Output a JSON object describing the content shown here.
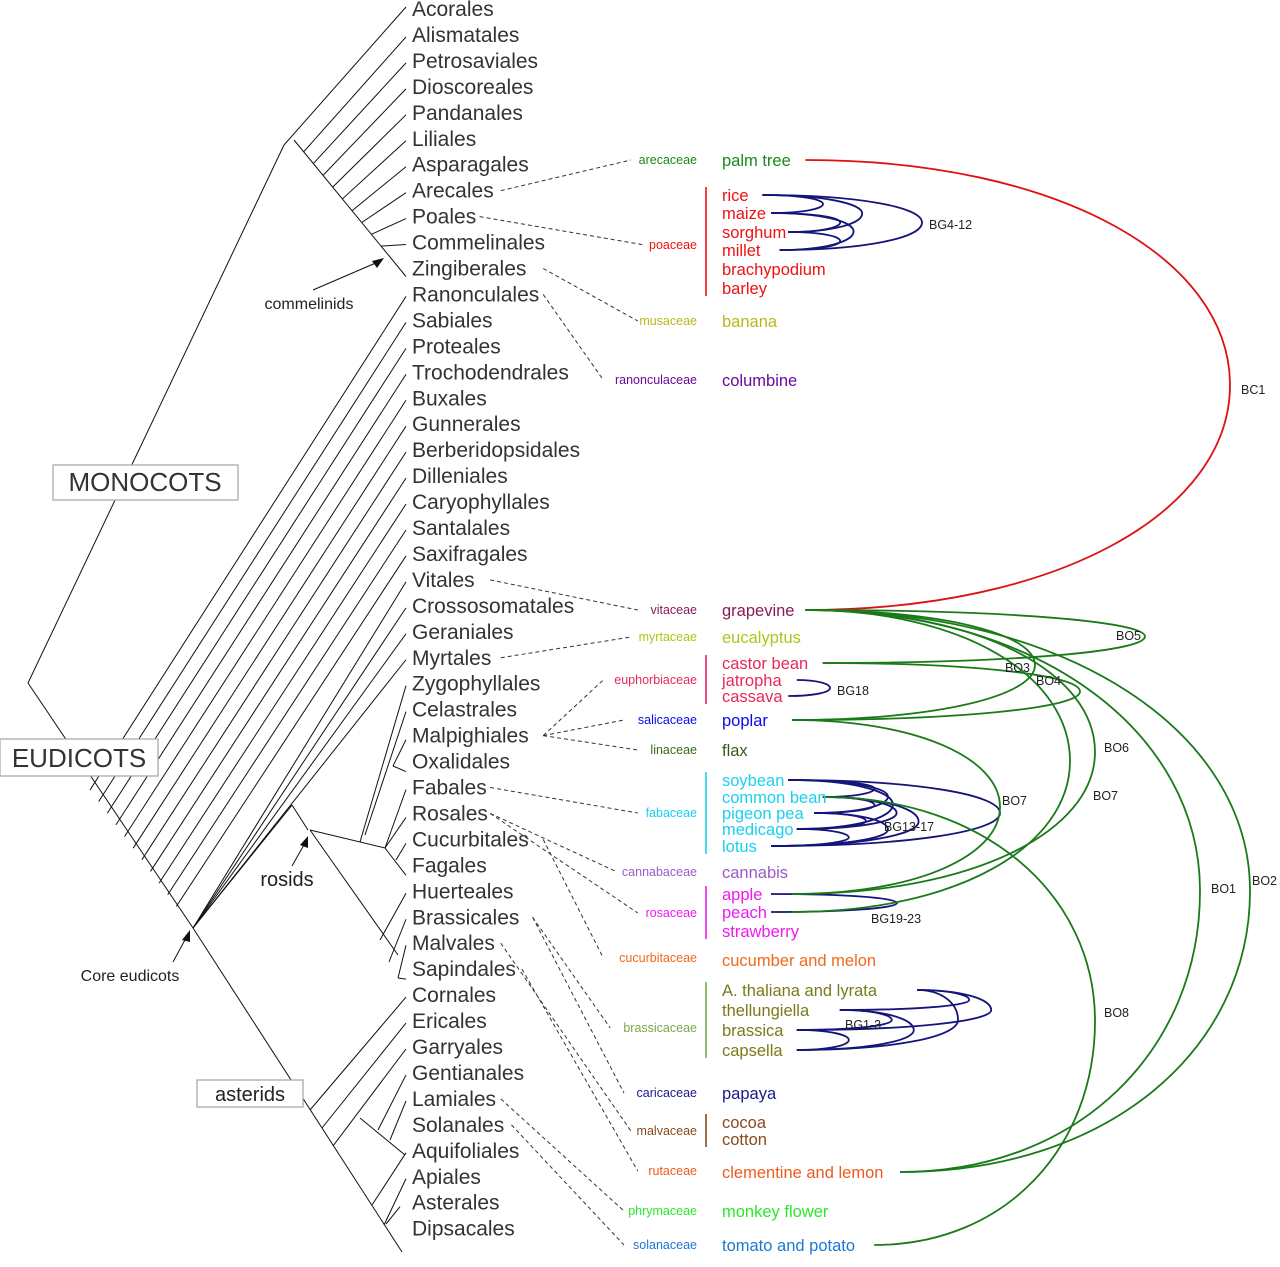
{
  "clades": {
    "monocots": "MONOCOTS",
    "eudicots": "EUDICOTS",
    "asterids": "asterids",
    "rosids": "rosids",
    "commelinids": "commelinids",
    "core_eudicots": "Core eudicots"
  },
  "orders": [
    "Acorales",
    "Alismatales",
    "Petrosaviales",
    "Dioscoreales",
    "Pandanales",
    "Liliales",
    "Asparagales",
    "Arecales",
    "Poales",
    "Commelinales",
    "Zingiberales",
    "Ranonculales",
    "Sabiales",
    "Proteales",
    "Trochodendrales",
    "Buxales",
    "Gunnerales",
    "Berberidopsidales",
    "Dilleniales",
    "Caryophyllales",
    "Santalales",
    "Saxifragales",
    "Vitales",
    "Crossosomatales",
    "Geraniales",
    "Myrtales",
    "Zygophyllales",
    "Celastrales",
    "Malpighiales",
    "Oxalidales",
    "Fabales",
    "Rosales",
    "Cucurbitales",
    "Fagales",
    "Huerteales",
    "Brassicales",
    "Malvales",
    "Sapindales",
    "Cornales",
    "Ericales",
    "Garryales",
    "Gentianales",
    "Lamiales",
    "Solanales",
    "Aquifoliales",
    "Apiales",
    "Asterales",
    "Dipsacales"
  ],
  "families": [
    {
      "name": "arecaceae",
      "color": "#1a8a1a",
      "order": "Arecales",
      "species": [
        "palm tree"
      ],
      "species_color": "#1a8a1a"
    },
    {
      "name": "poaceae",
      "color": "#ee1111",
      "order": "Poales",
      "species": [
        "rice",
        "maize",
        "sorghum",
        "millet",
        "brachypodium",
        "barley"
      ],
      "species_color": "#ee1111"
    },
    {
      "name": "musaceae",
      "color": "#b8b81a",
      "order": "Zingiberales",
      "species": [
        "banana"
      ],
      "species_color": "#b8b81a"
    },
    {
      "name": "ranonculaceae",
      "color": "#6a0a9a",
      "order": "Ranonculales",
      "species": [
        "columbine"
      ],
      "species_color": "#6a0a9a"
    },
    {
      "name": "vitaceae",
      "color": "#8a1a5a",
      "order": "Vitales",
      "species": [
        "grapevine"
      ],
      "species_color": "#8a1a5a"
    },
    {
      "name": "myrtaceae",
      "color": "#a8c81a",
      "order": "Myrtales",
      "species": [
        "eucalyptus"
      ],
      "species_color": "#a8c81a"
    },
    {
      "name": "euphorbiaceae",
      "color": "#e8285a",
      "order": "Malpighiales",
      "species": [
        "castor bean",
        "jatropha",
        "cassava"
      ],
      "species_color": "#e8285a"
    },
    {
      "name": "salicaceae",
      "color": "#0a0aee",
      "order": "Malpighiales",
      "species": [
        "poplar"
      ],
      "species_color": "#0a0aee"
    },
    {
      "name": "linaceae",
      "color": "#3a6a1a",
      "order": "Malpighiales",
      "species": [
        "flax"
      ],
      "species_color": "#3a5a1a"
    },
    {
      "name": "fabaceae",
      "color": "#1ad0ee",
      "order": "Fabales",
      "species": [
        "soybean",
        "common bean",
        "pigeon pea",
        "medicago",
        "lotus"
      ],
      "species_color": "#1ad0ee"
    },
    {
      "name": "cannabaceae",
      "color": "#9a5ac8",
      "order": "Rosales",
      "species": [
        "cannabis"
      ],
      "species_color": "#9a5ac8"
    },
    {
      "name": "rosaceae",
      "color": "#ee1aee",
      "order": "Rosales",
      "species": [
        "apple",
        "peach",
        "strawberry"
      ],
      "species_color": "#ee1aee"
    },
    {
      "name": "cucurbitaceae",
      "color": "#ee6a1a",
      "order": "Cucurbitales",
      "species": [
        "cucumber and melon"
      ],
      "species_color": "#ee6a1a"
    },
    {
      "name": "brassicaceae",
      "color": "#7aa84a",
      "order": "Brassicales",
      "species": [
        "A. thaliana and lyrata",
        "thellungiella",
        "brassica",
        "capsella"
      ],
      "species_color": "#7a7a1a"
    },
    {
      "name": "caricaceae",
      "color": "#1a1a8a",
      "order": "Brassicales",
      "species": [
        "papaya"
      ],
      "species_color": "#1a1a8a"
    },
    {
      "name": "malvaceae",
      "color": "#8a4a1a",
      "order": "Malvales",
      "species": [
        "cocoa",
        "cotton"
      ],
      "species_color": "#8a4a1a"
    },
    {
      "name": "rutaceae",
      "color": "#ee5a1a",
      "order": "Sapindales",
      "species": [
        "clementine and lemon"
      ],
      "species_color": "#ee5a1a"
    },
    {
      "name": "phrymaceae",
      "color": "#2ae82a",
      "order": "Lamiales",
      "species": [
        "monkey flower"
      ],
      "species_color": "#2ae82a"
    },
    {
      "name": "solanaceae",
      "color": "#1a7ad0",
      "order": "Solanales",
      "species": [
        "tomato and potato"
      ],
      "species_color": "#1a7ad0"
    }
  ],
  "arcs": [
    {
      "label": "BC1",
      "color": "#dd1111",
      "from": "palm tree",
      "to": "grapevine"
    },
    {
      "label": "BG4-12",
      "color": "#14147a",
      "from": "rice",
      "to": "millet"
    },
    {
      "label": "BG18",
      "color": "#14147a",
      "from": "jatropha",
      "to": "cassava"
    },
    {
      "label": "BG13-17",
      "color": "#14147a",
      "from": "soybean",
      "to": "lotus"
    },
    {
      "label": "BG19-23",
      "color": "#14147a",
      "from": "apple",
      "to": "peach"
    },
    {
      "label": "BG1-3",
      "color": "#14147a",
      "from": "A. thaliana and lyrata",
      "to": "capsella"
    },
    {
      "label": "BO5",
      "color": "#1a7a1a",
      "from": "grapevine",
      "to": "castor bean"
    },
    {
      "label": "BO3",
      "color": "#1a7a1a",
      "from": "grapevine",
      "to": "poplar"
    },
    {
      "label": "BO4",
      "color": "#1a7a1a",
      "from": "castor bean",
      "to": "poplar"
    },
    {
      "label": "BO6",
      "color": "#1a7a1a",
      "from": "grapevine",
      "to": "apple"
    },
    {
      "label": "BO7",
      "color": "#1a7a1a",
      "from": "poplar",
      "to": "apple"
    },
    {
      "label": "BO7",
      "color": "#1a7a1a",
      "from": "grapevine",
      "to": "peach"
    },
    {
      "label": "BO1",
      "color": "#1a7a1a",
      "from": "grapevine",
      "to": "clementine and lemon"
    },
    {
      "label": "BO2",
      "color": "#1a7a1a",
      "from": "grapevine",
      "to": "clementine and lemon"
    },
    {
      "label": "BO8",
      "color": "#1a7a1a",
      "from": "common bean",
      "to": "tomato and potato"
    }
  ]
}
